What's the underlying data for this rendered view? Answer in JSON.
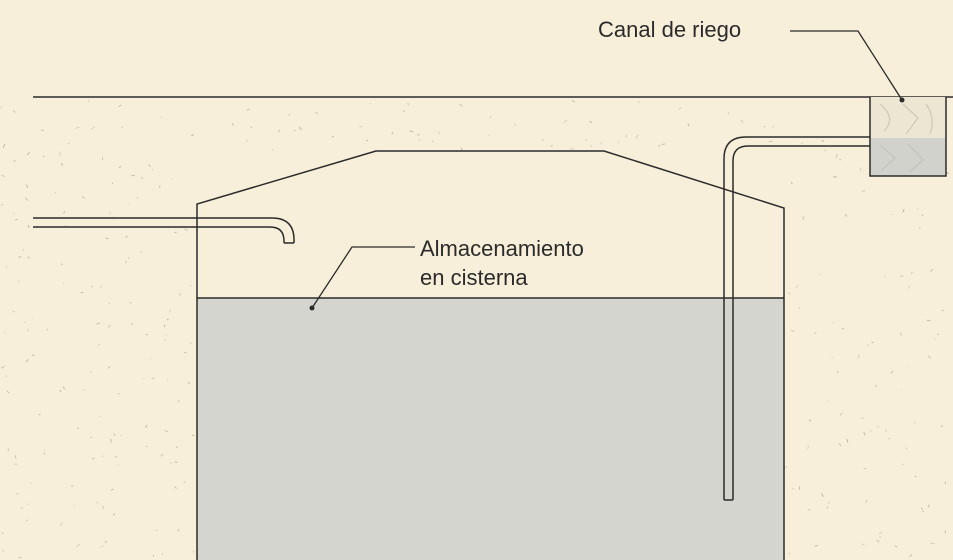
{
  "diagram": {
    "labels": {
      "irrigation_canal": "Canal de riego",
      "storage_line1": "Almacenamiento",
      "storage_line2": "en cisterna"
    },
    "colors": {
      "soil": "#f7efd9",
      "speckle": "#a49a85",
      "water": "#d5d5d0",
      "lines": "#2b2b2b",
      "canal_water": "#d2d2cd"
    }
  }
}
